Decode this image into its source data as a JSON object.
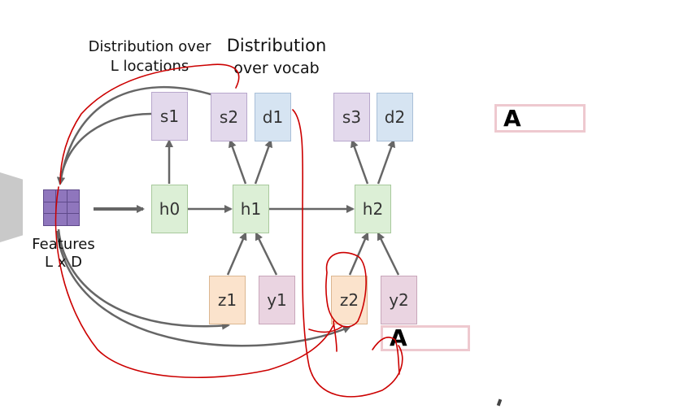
{
  "colors": {
    "purple_fill": "#e3d9ec",
    "purple_border": "#b8a7cc",
    "blue_fill": "#d6e4f2",
    "blue_border": "#a9bfd8",
    "green_fill": "#dcefd6",
    "green_border": "#a8c99c",
    "orange_fill": "#fbe3cc",
    "orange_border": "#dcb791",
    "pink_fill": "#ead4e1",
    "pink_border": "#c8a6ba",
    "grid_fill": "#8f76bd",
    "arrow": "#666666",
    "ink": "#cc0000"
  },
  "labels": {
    "dist_locations_line1": "Distribution over",
    "dist_locations_line2": "L locations",
    "dist_vocab_line1": "Distribution",
    "dist_vocab_line2": "over vocab",
    "features_line1": "Features",
    "features_line2": "L x D"
  },
  "nodes": {
    "s1": "s1",
    "s2": "s2",
    "d1": "d1",
    "s3": "s3",
    "d2": "d2",
    "h0": "h0",
    "h1": "h1",
    "h2": "h2",
    "z1": "z1",
    "y1": "y1",
    "z2": "z2",
    "y2": "y2"
  },
  "annotations": {
    "letter_top": "A",
    "letter_bottom": "A"
  }
}
